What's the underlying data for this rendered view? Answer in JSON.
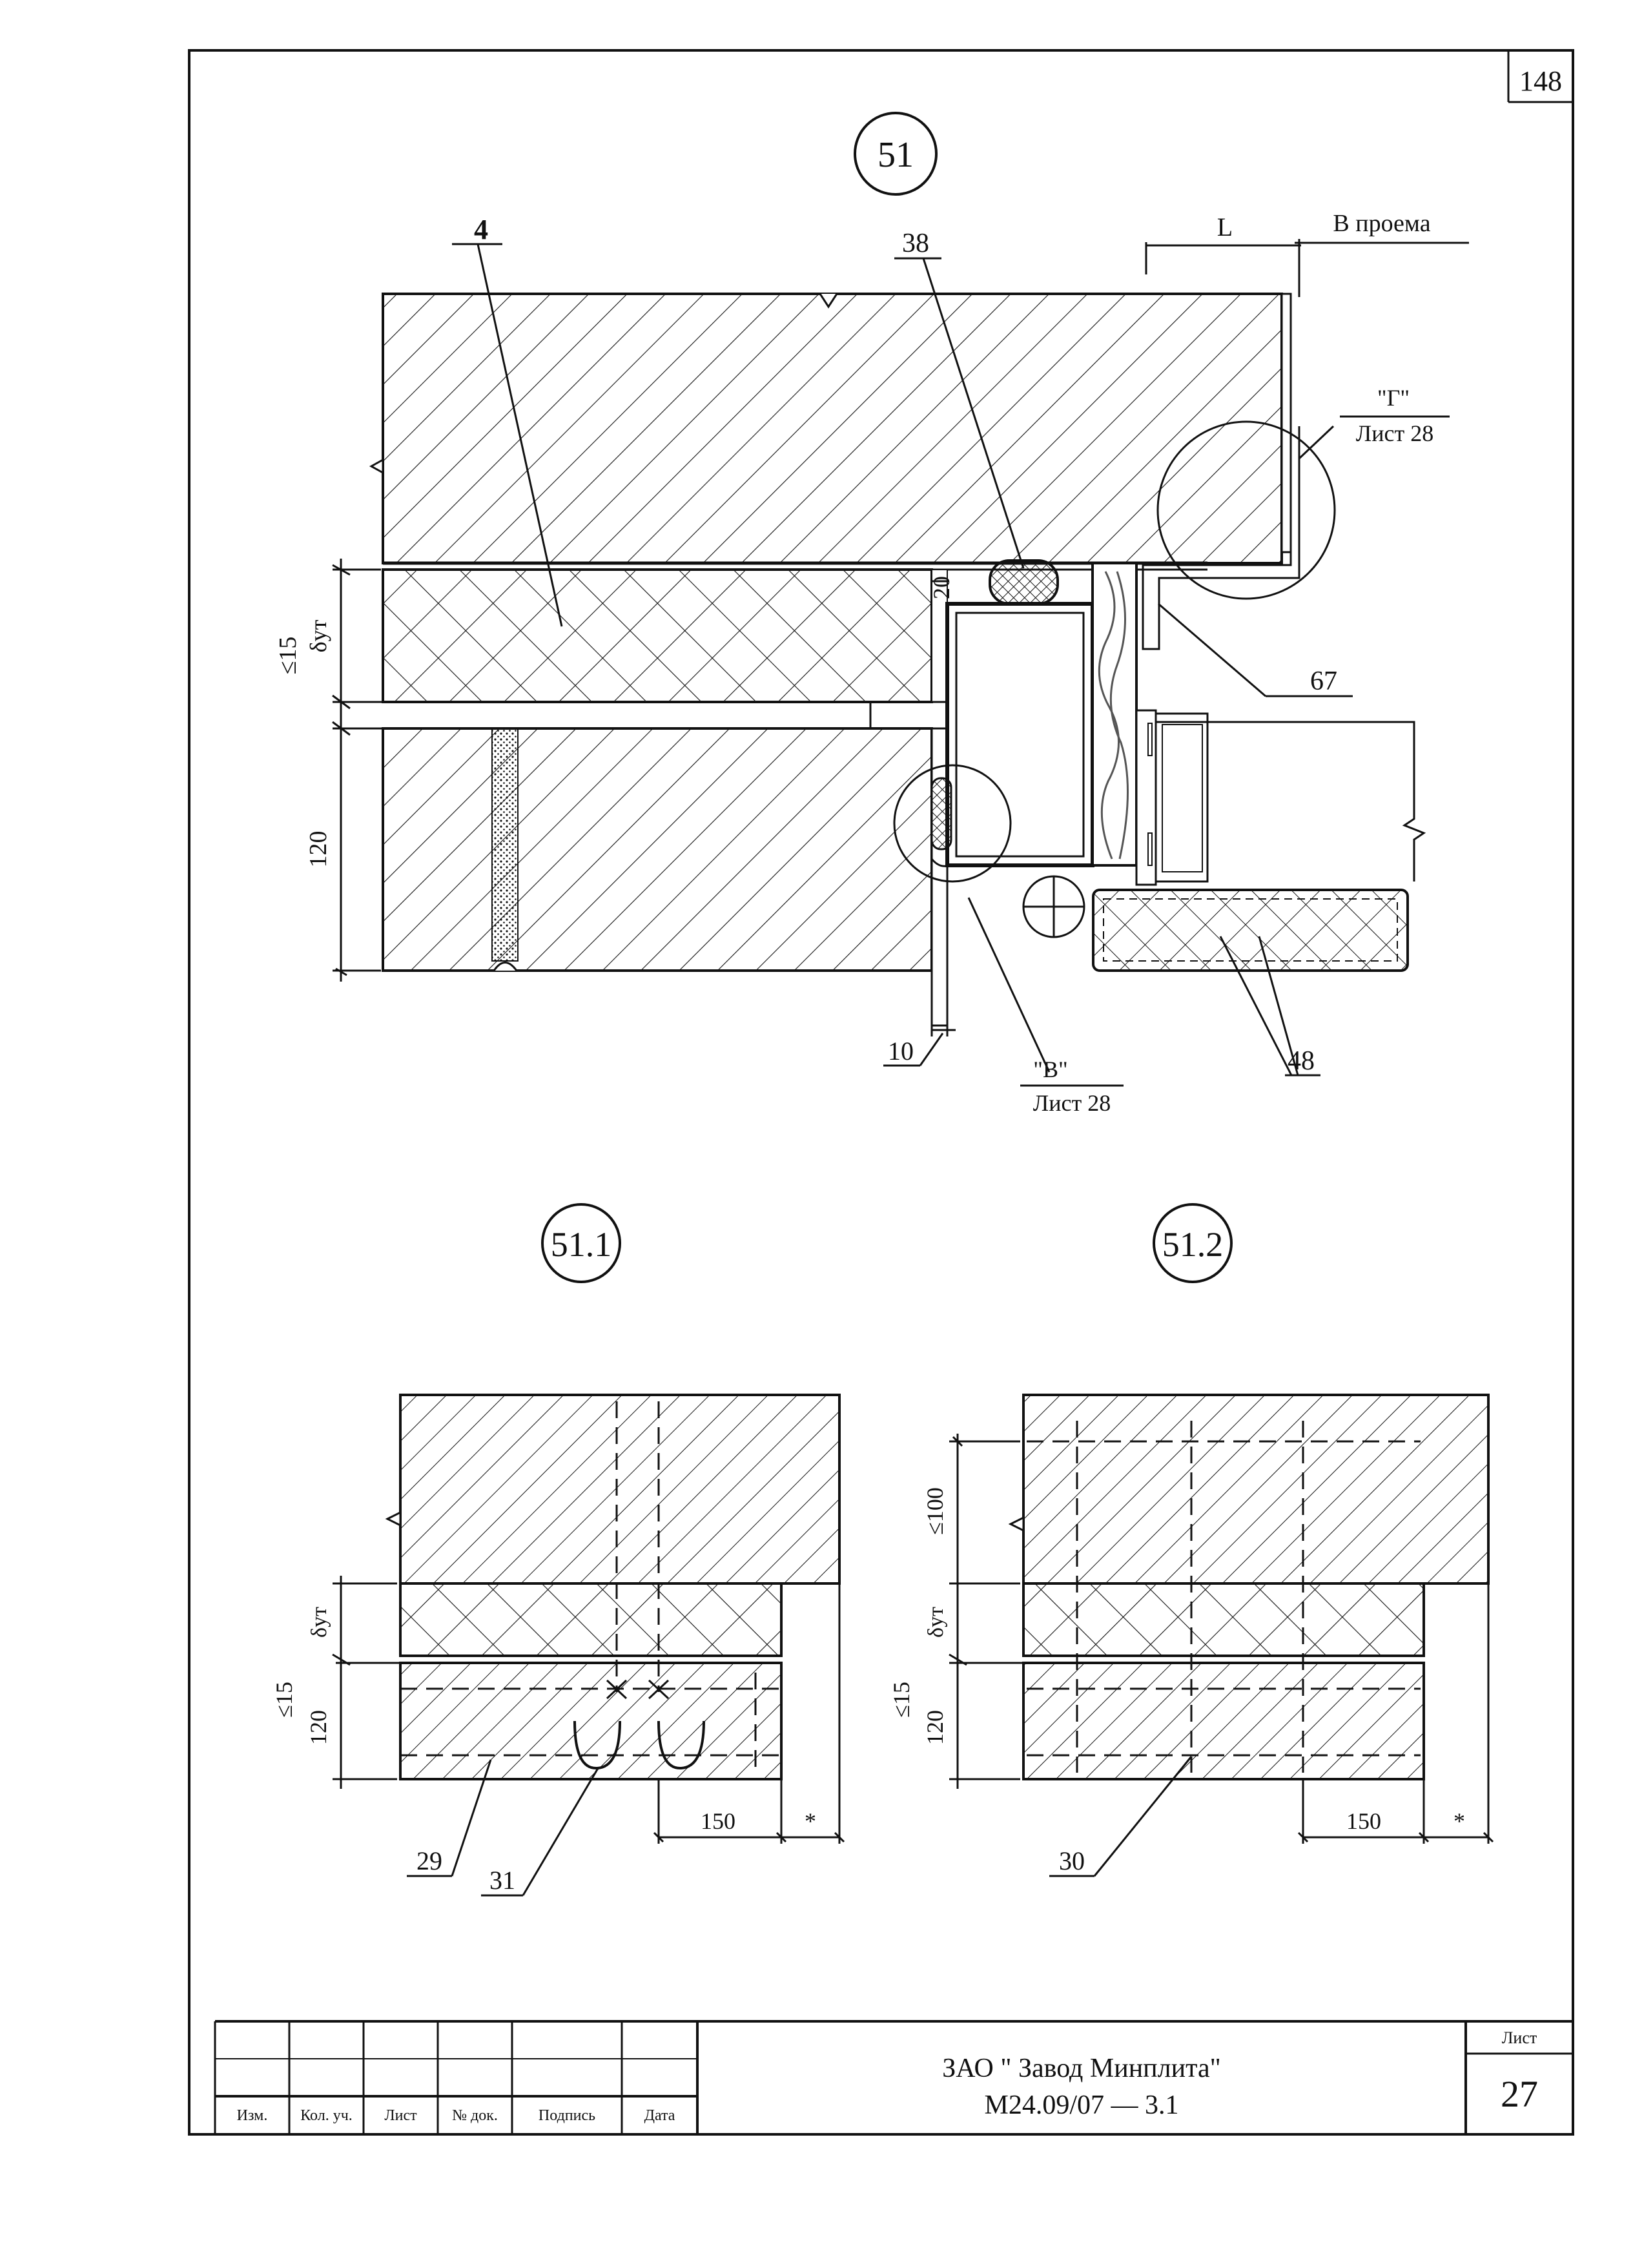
{
  "sheet": {
    "corner_number": "148",
    "org": "ЗАО \" Завод Минплита\"",
    "code": "М24.09/07 — 3.1",
    "sheet_label": "Лист",
    "sheet_number": "27",
    "stamp_columns": [
      "Изм.",
      "Кол. уч.",
      "Лист",
      "№ док.",
      "Подпись",
      "Дата"
    ]
  },
  "detail_51": {
    "title": "51",
    "label_4": "4",
    "label_38": "38",
    "label_67": "67",
    "label_48": "48",
    "label_10": "10",
    "dim_L": "L",
    "into_opening": "В проема",
    "dim_20": "20",
    "dim_le15": "≤15",
    "dim_delta": "δут",
    "dim_120": "120",
    "ref_G_mark": "\"Г\"",
    "ref_G_sheet": "Лист 28",
    "ref_V_mark": "\"В\"",
    "ref_V_sheet": "Лист 28"
  },
  "detail_51_1": {
    "title": "51.1",
    "dim_delta": "δут",
    "dim_le15": "≤15",
    "dim_120": "120",
    "dim_150": "150",
    "star": "*",
    "label_29": "29",
    "label_31": "31"
  },
  "detail_51_2": {
    "title": "51.2",
    "dim_le100": "≤100",
    "dim_delta": "δут",
    "dim_le15": "≤15",
    "dim_120": "120",
    "dim_150": "150",
    "star": "*",
    "label_30": "30"
  },
  "colors": {
    "ink": "#111111",
    "paper": "#ffffff",
    "grain": "#555555"
  }
}
